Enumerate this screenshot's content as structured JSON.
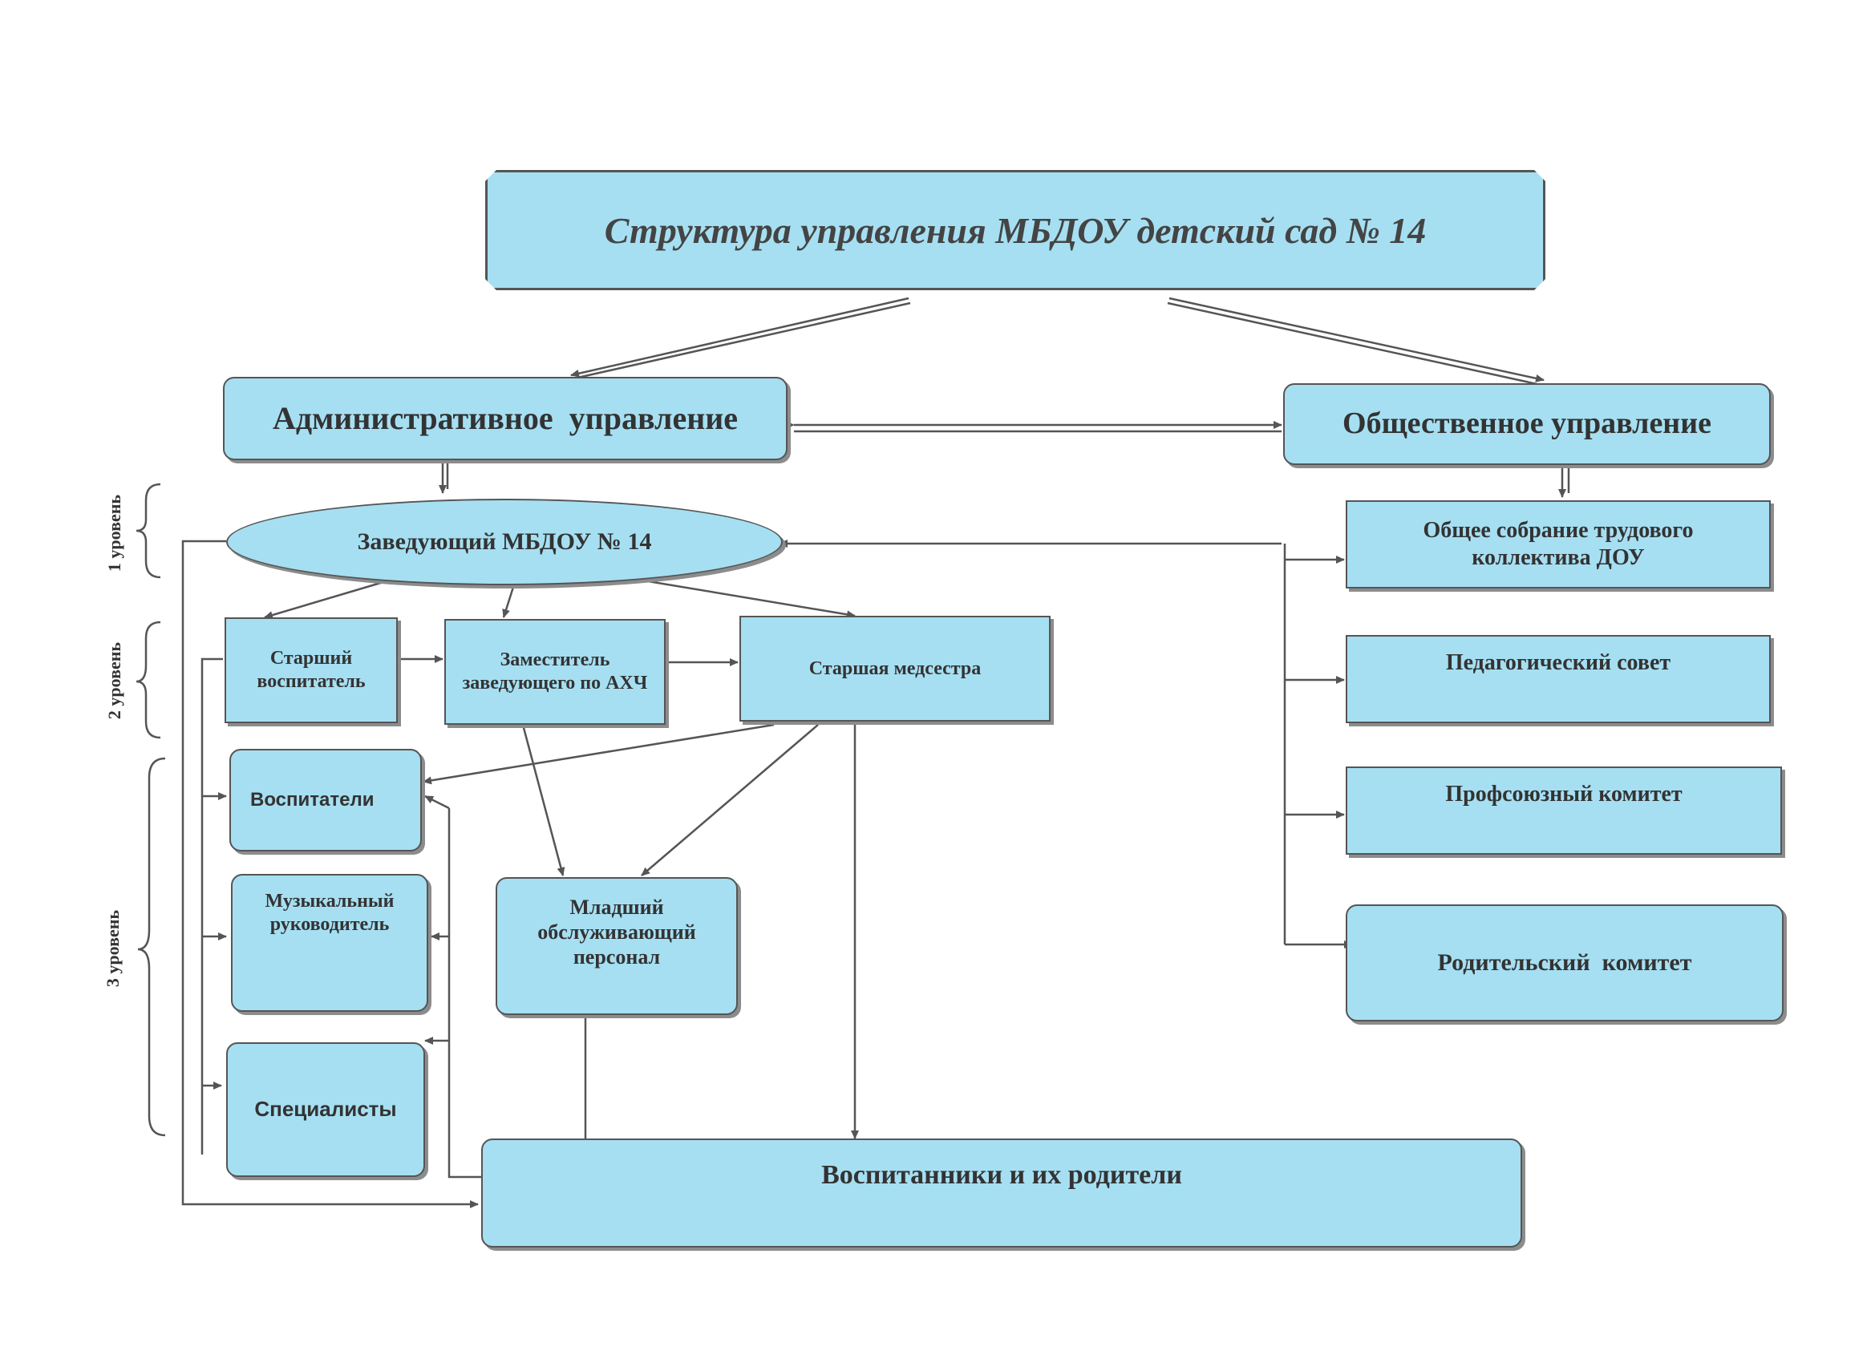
{
  "title": "Структура управления МБДОУ детский сад № 14",
  "admin": "Административное  управление",
  "public": "Общественное управление",
  "head": "Заведующий МБДОУ № 14",
  "senior_teacher": "Старший воспитатель",
  "deputy": "Заместитель заведующего по АХЧ",
  "senior_nurse": "Старшая медсестра",
  "teachers": "Воспитатели",
  "music": "Музыкальный руководитель",
  "specialists": "Специалисты",
  "junior_staff": "Младший обслуживающий персонал",
  "pupils": "Воспитанники и их родители",
  "general_meeting": "Общее собрание трудового коллектива ДОУ",
  "ped_council": "Педагогический совет",
  "union": "Профсоюзный комитет",
  "parent_committee": "Родительский  комитет",
  "levels": [
    "1 уровень",
    "2 уровень",
    "3 уровень"
  ]
}
